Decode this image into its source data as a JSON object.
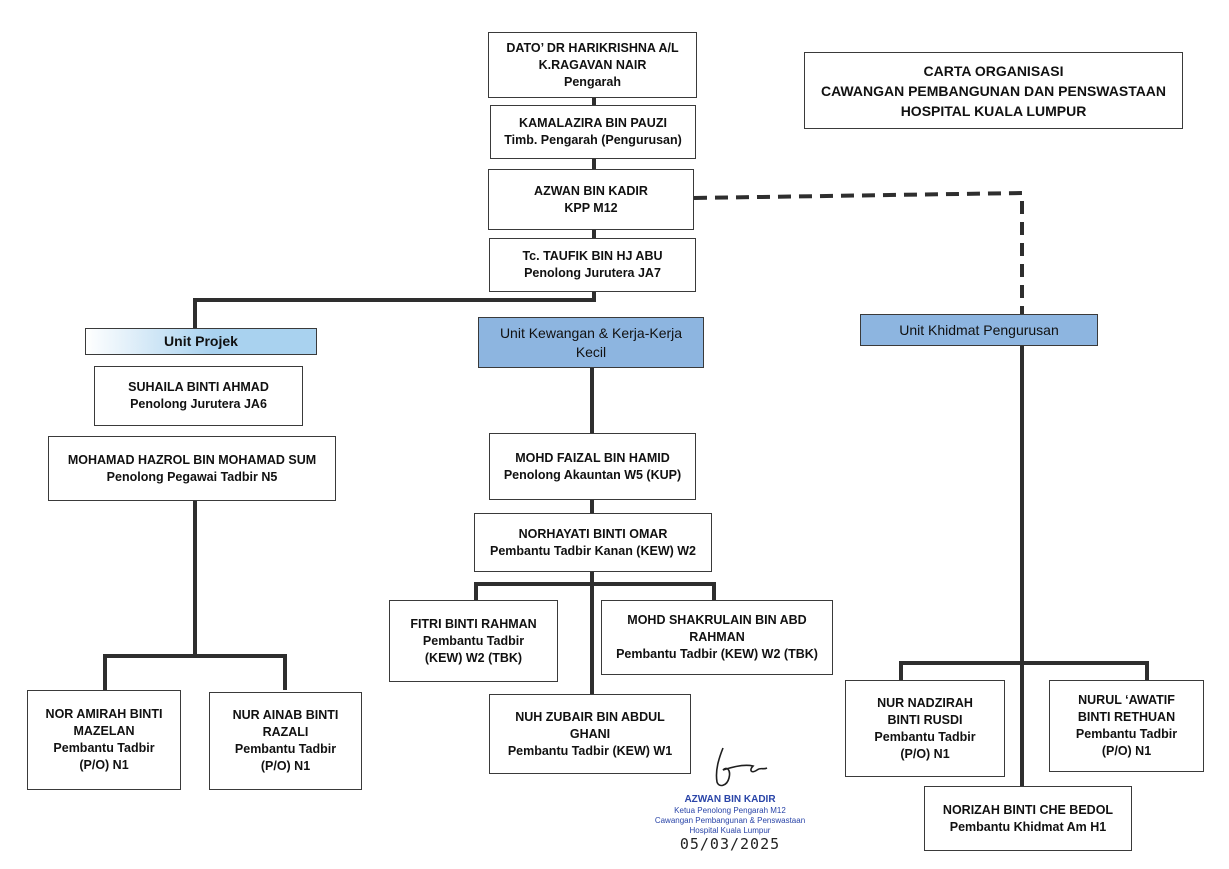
{
  "title": {
    "line1": "CARTA ORGANISASI",
    "line2": "CAWANGAN PEMBANGUNAN DAN PENSWASTAAN",
    "line3": "HOSPITAL KUALA LUMPUR"
  },
  "top_chain": [
    {
      "name": "DATO’ DR HARIKRISHNA A/L K.RAGAVAN NAIR",
      "role": "Pengarah"
    },
    {
      "name": "KAMALAZIRA BIN PAUZI",
      "role": "Timb. Pengarah (Pengurusan)"
    },
    {
      "name": "AZWAN BIN KADIR",
      "role": "KPP M12"
    },
    {
      "name": "Tc. TAUFIK BIN HJ ABU",
      "role": "Penolong Jurutera JA7"
    }
  ],
  "units": {
    "projek": {
      "label": "Unit Projek",
      "color": "#a9d2ef"
    },
    "kewangan": {
      "label": "Unit Kewangan & Kerja-Kerja Kecil",
      "color": "#8db5e0"
    },
    "khidmat": {
      "label": "Unit Khidmat Pengurusan",
      "color": "#8db5e0"
    }
  },
  "projek_staff": [
    {
      "name": "SUHAILA BINTI AHMAD",
      "role": "Penolong Jurutera JA6"
    },
    {
      "name": "MOHAMAD HAZROL BIN MOHAMAD SUM",
      "role": "Penolong Pegawai Tadbir N5"
    },
    {
      "name": "NOR AMIRAH BINTI MAZELAN",
      "role": "Pembantu Tadbir (P/O) N1"
    },
    {
      "name": "NUR AINAB BINTI RAZALI",
      "role": "Pembantu Tadbir (P/O) N1"
    }
  ],
  "kewangan_staff": [
    {
      "name": "MOHD FAIZAL BIN HAMID",
      "role": "Penolong Akauntan W5 (KUP)"
    },
    {
      "name": "NORHAYATI BINTI OMAR",
      "role": "Pembantu Tadbir Kanan (KEW) W2"
    },
    {
      "name": "FITRI BINTI RAHMAN",
      "role": "Pembantu Tadbir (KEW) W2 (TBK)"
    },
    {
      "name": "MOHD SHAKRULAIN BIN ABD RAHMAN",
      "role": "Pembantu Tadbir (KEW) W2 (TBK)"
    },
    {
      "name": "NUH ZUBAIR BIN ABDUL GHANI",
      "role": "Pembantu Tadbir (KEW) W1"
    }
  ],
  "khidmat_staff": [
    {
      "name": "NUR NADZIRAH BINTI RUSDI",
      "role": "Pembantu Tadbir (P/O) N1"
    },
    {
      "name": "NURUL ‘AWATIF BINTI RETHUAN",
      "role": "Pembantu Tadbir (P/O) N1"
    },
    {
      "name": "NORIZAH BINTI CHE BEDOL",
      "role": "Pembantu Khidmat Am H1"
    }
  ],
  "signature": {
    "name": "AZWAN BIN KADIR",
    "line1": "Ketua Penolong Pengarah M12",
    "line2": "Cawangan Pembangunan & Penswastaan",
    "line3": "Hospital Kuala Lumpur",
    "date": "05/03/2025",
    "ink_color": "#2a45a8"
  }
}
